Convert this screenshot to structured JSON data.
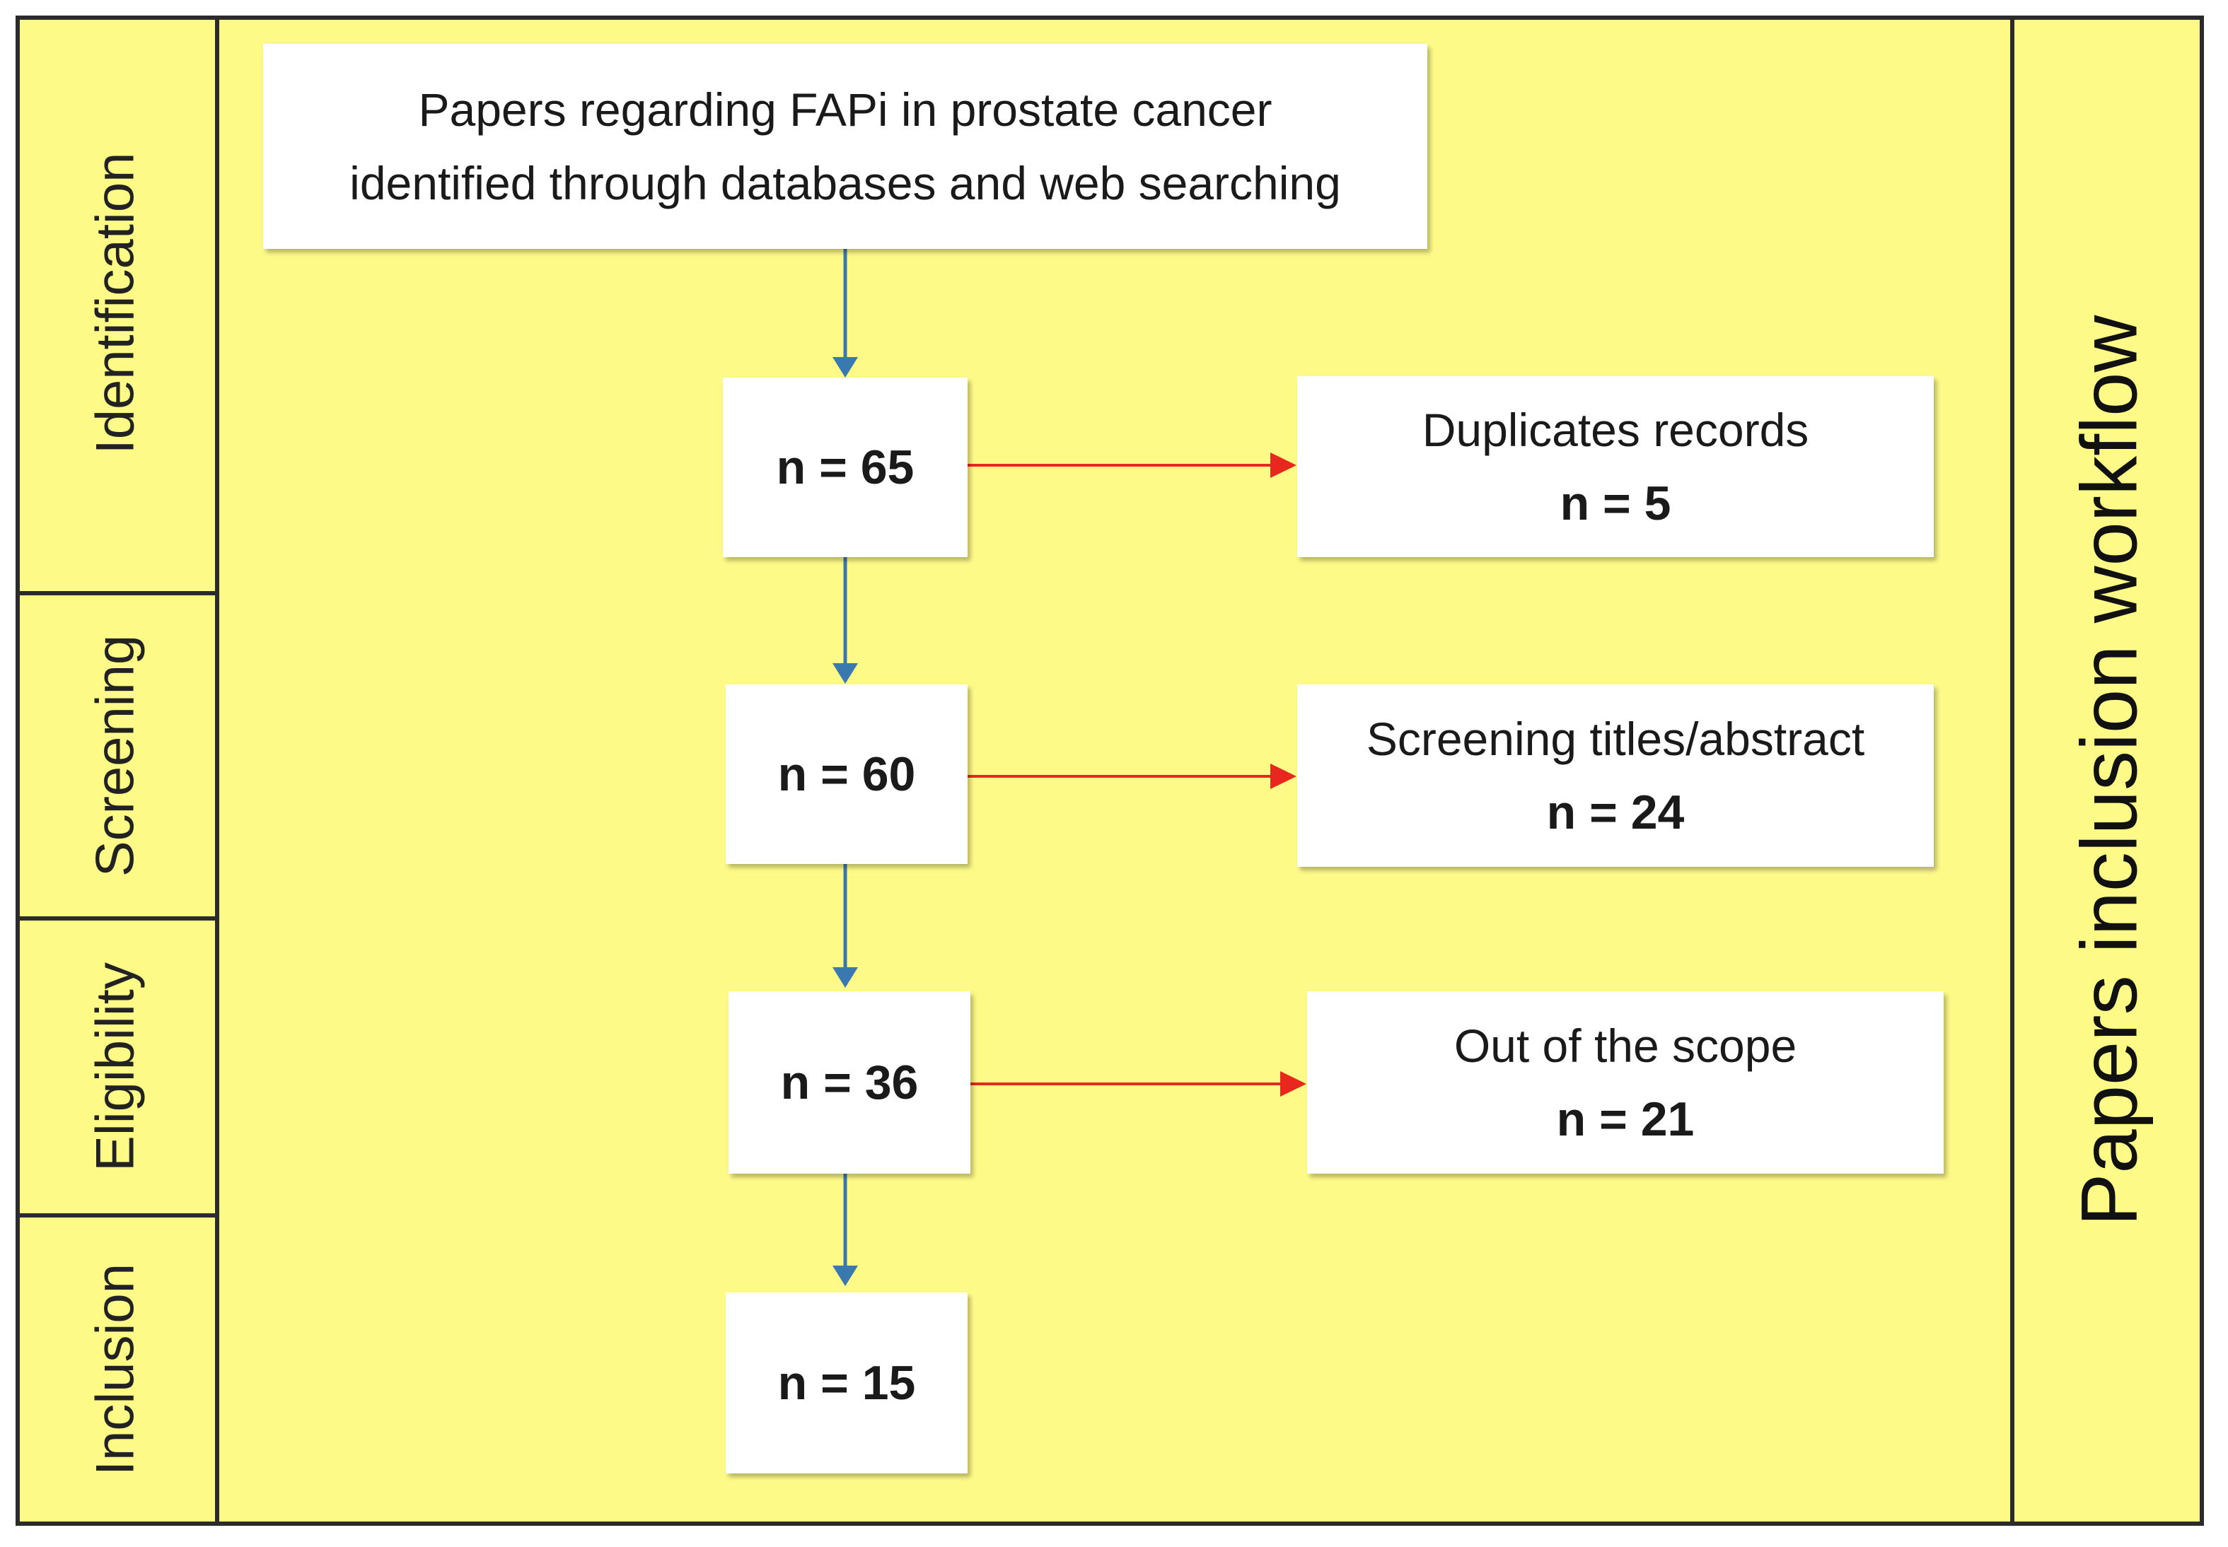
{
  "stages": [
    "Identification",
    "Screening",
    "Eligibility",
    "Inclusion"
  ],
  "workflow_title": "Papers inclusion workflow",
  "source_box": {
    "line1": "Papers regarding FAPi in prostate cancer",
    "line2": "identified through databases and web searching"
  },
  "main_counts": [
    "n = 65",
    "n = 60",
    "n = 36",
    "n = 15"
  ],
  "exclusions": [
    {
      "label": "Duplicates records",
      "count": "n = 5"
    },
    {
      "label": "Screening titles/abstract",
      "count": "n = 24"
    },
    {
      "label": "Out of the scope",
      "count": "n = 21"
    }
  ],
  "colors": {
    "background": "#fdfa88",
    "flow_arrow": "#3a78b0",
    "exclusion_arrow": "#e8281f",
    "border": "#2b2b2b"
  }
}
